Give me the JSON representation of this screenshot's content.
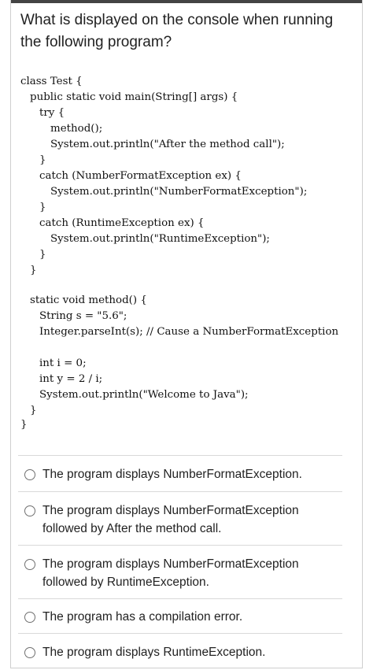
{
  "question": {
    "line1": "What is displayed on the console when running",
    "line2": "the following program?"
  },
  "code_lines": [
    "class Test {",
    "public static void main(String[] args) {",
    "try {",
    "method();",
    "System.out.println(\"After the method call\");",
    "}",
    "catch (NumberFormatException ex) {",
    "System.out.println(\"NumberFormatException\");",
    "}",
    "catch (RuntimeException ex) {",
    "System.out.println(\"RuntimeException\");",
    "}",
    "}",
    "static void method() {",
    "String s = \"5.6\";",
    "Integer.parseInt(s); // Cause a NumberFormatException",
    "int i = 0;",
    "int y = 2 / i;",
    "System.out.println(\"Welcome to Java\");",
    "}",
    "}"
  ],
  "options": [
    {
      "line1": "The program displays NumberFormatException.",
      "line2": ""
    },
    {
      "line1": "The program displays NumberFormatException",
      "line2": "followed by After the method call."
    },
    {
      "line1": "The program displays NumberFormatException",
      "line2": "followed by RuntimeException."
    },
    {
      "line1": "The program has a compilation error.",
      "line2": ""
    },
    {
      "line1": "The program displays RuntimeException.",
      "line2": ""
    }
  ]
}
